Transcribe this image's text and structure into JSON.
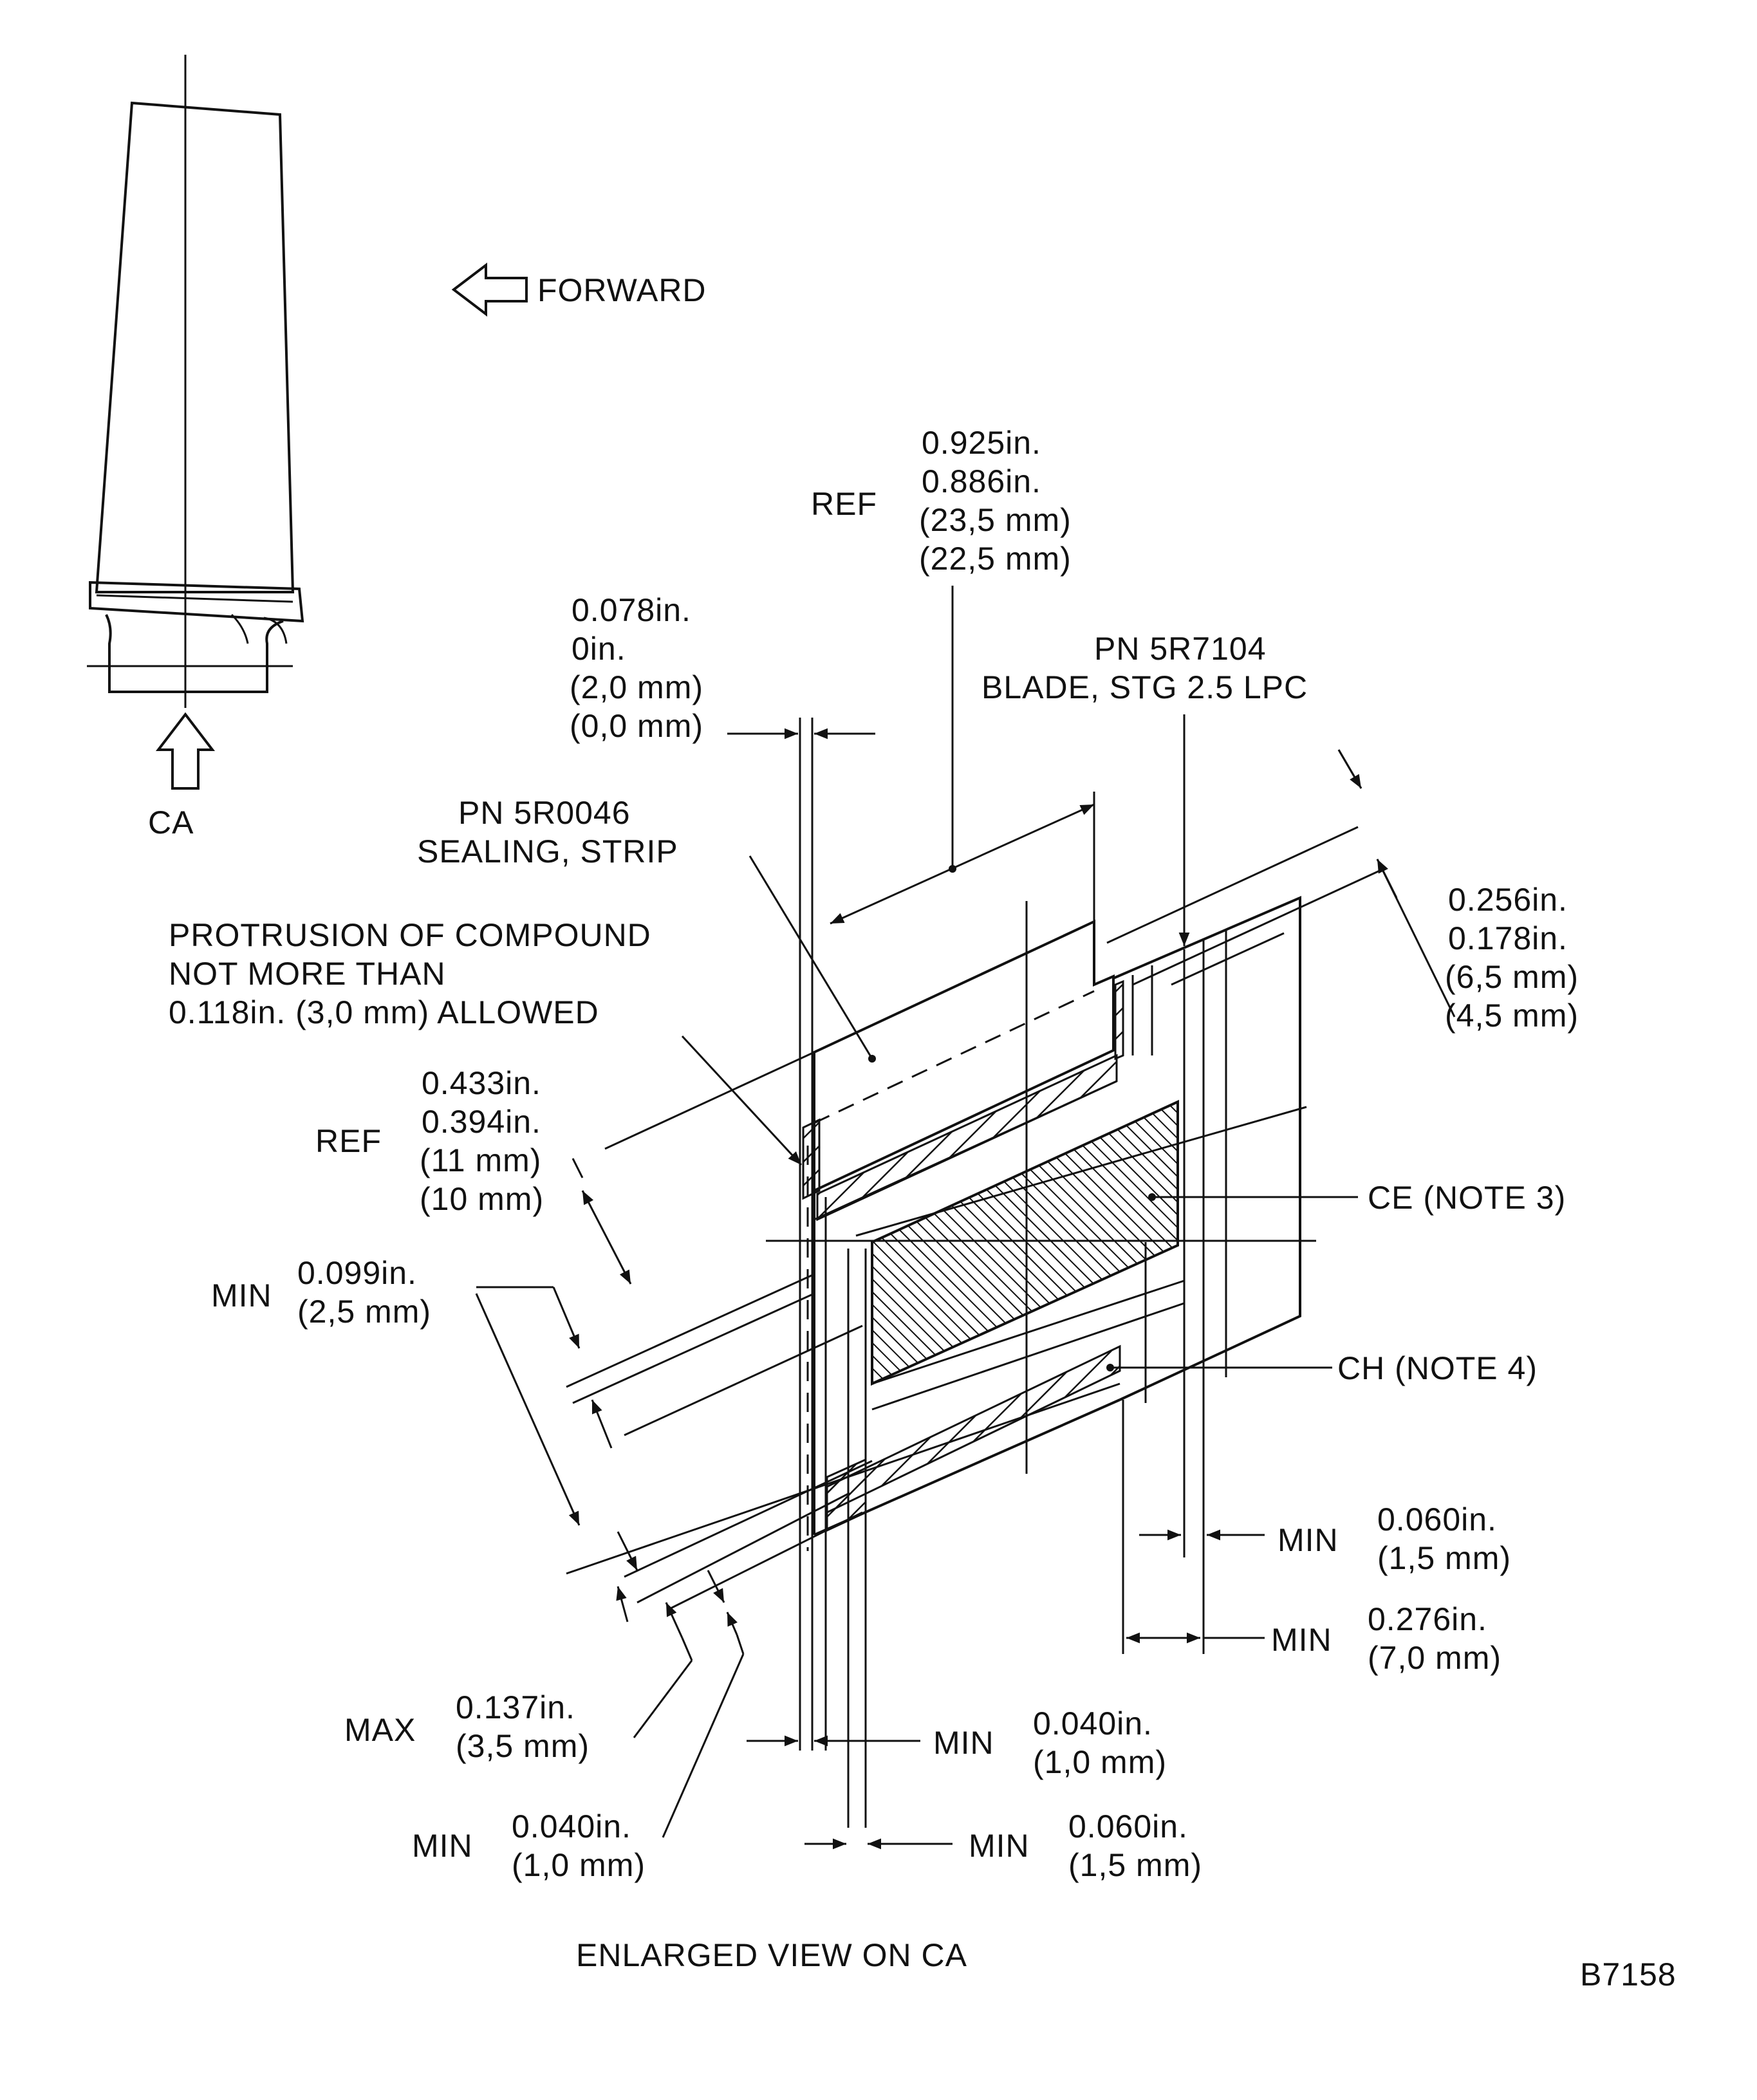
{
  "labels": {
    "forward": "FORWARD",
    "ca": "CA",
    "ref_top": "REF",
    "dim_925": "0.925in.",
    "dim_886": "0.886in.",
    "dim_235": "(23,5 mm)",
    "dim_225": "(22,5 mm)",
    "dim_078": "0.078in.",
    "dim_0in": "0in.",
    "dim_20": "(2,0 mm)",
    "dim_00": "(0,0 mm)",
    "pn_blade_1": "PN  5R7104",
    "pn_blade_2": "BLADE,  STG  2.5  LPC",
    "pn_strip_1": "PN  5R0046",
    "pn_strip_2": "SEALING,  STRIP",
    "protrusion_1": "PROTRUSION  OF  COMPOUND",
    "protrusion_2": "NOT  MORE  THAN",
    "protrusion_3": "0.118in.  (3,0 mm)  ALLOWED",
    "dim_256": "0.256in.",
    "dim_178": "0.178in.",
    "dim_65": "(6,5 mm)",
    "dim_45": "(4,5 mm)",
    "ref_mid": "REF",
    "dim_433": "0.433in.",
    "dim_394": "0.394in.",
    "dim_11": "(11 mm)",
    "dim_10": "(10 mm)",
    "ce_note": "CE  (NOTE  3)",
    "ch_note": "CH  (NOTE  4)",
    "min_099_prefix": "MIN",
    "dim_099": "0.099in.",
    "dim_25": "(2,5 mm)",
    "min_060a_prefix": "MIN",
    "dim_060a": "0.060in.",
    "dim_15a": "(1,5 mm)",
    "min_276_prefix": "MIN",
    "dim_276": "0.276in.",
    "dim_70": "(7,0 mm)",
    "max_137_prefix": "MAX",
    "dim_137": "0.137in.",
    "dim_35": "(3,5 mm)",
    "min_040a_prefix": "MIN",
    "dim_040a": "0.040in.",
    "dim_10a": "(1,0 mm)",
    "min_040b_prefix": "MIN",
    "dim_040b": "0.040in.",
    "dim_10b": "(1,0 mm)",
    "min_060b_prefix": "MIN",
    "dim_060b": "0.060in.",
    "dim_15b": "(1,5 mm)",
    "caption": "ENLARGED  VIEW  ON  CA",
    "figure_id": "B7158"
  },
  "icons": {
    "forward_arrow": "left-arrow-outline-icon",
    "ca_arrow": "up-arrow-outline-icon"
  },
  "colors": {
    "ink": "#111111",
    "paper": "#ffffff"
  }
}
